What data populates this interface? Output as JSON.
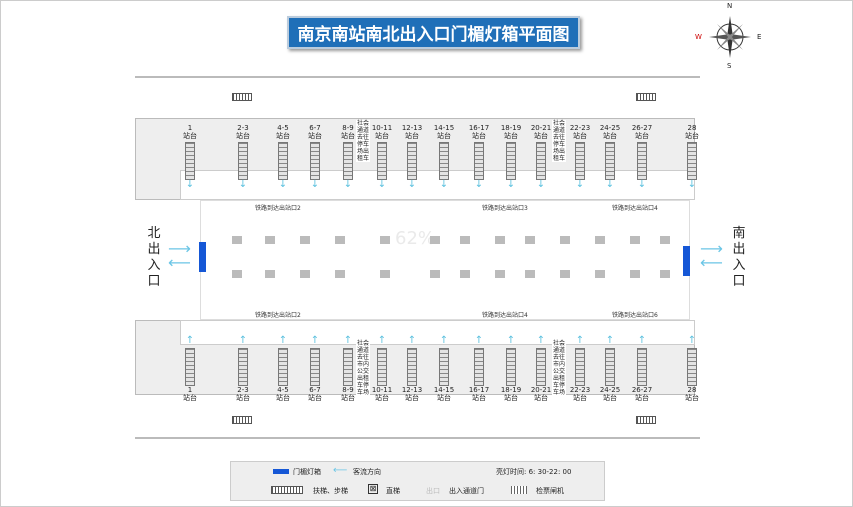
{
  "title": "南京南站南北出入口门楣灯箱平面图",
  "compass": {
    "n": "N",
    "s": "S",
    "w": "W",
    "e": "E"
  },
  "north_exit": "北出入口",
  "south_exit": "南出入口",
  "platform_suffix": "站台",
  "top_platforms": [
    "1",
    "2-3",
    "4-5",
    "6-7",
    "8-9",
    "10-11",
    "12-13",
    "14-15",
    "16-17",
    "18-19",
    "20-21",
    "22-23",
    "24-25",
    "26-27",
    "28"
  ],
  "bottom_platforms": [
    "1",
    "2-3",
    "4-5",
    "6-7",
    "8-9",
    "10-11",
    "12-13",
    "14-15",
    "16-17",
    "18-19",
    "20-21",
    "22-23",
    "24-25",
    "26-27",
    "28"
  ],
  "top_social": "社会通道去往停车场出租车",
  "bottom_social": "社会通道去往市内公交出租车停车场",
  "exits": {
    "top_left": "铁路到达出站口2",
    "top_right": "铁路到达出站口3",
    "top_right2": "铁路到达出站口4",
    "bottom_left": "铁路到达出站口2",
    "bottom_mid": "铁路到达出站口4",
    "bottom_right": "铁路到达出站口6"
  },
  "watermark": "62%",
  "legend": {
    "lightbox": "门楣灯箱",
    "flow": "客流方向",
    "hours": "亮灯时间: 6: 30-22: 00",
    "escalator": "扶梯、步梯",
    "elevator": "直梯",
    "door_sample": "出口",
    "door": "出入通道门",
    "gate": "检票闸机"
  },
  "colors": {
    "title_bg": "#1f6fb8",
    "lightbox": "#1557d6",
    "flow": "#6cc6e6"
  }
}
